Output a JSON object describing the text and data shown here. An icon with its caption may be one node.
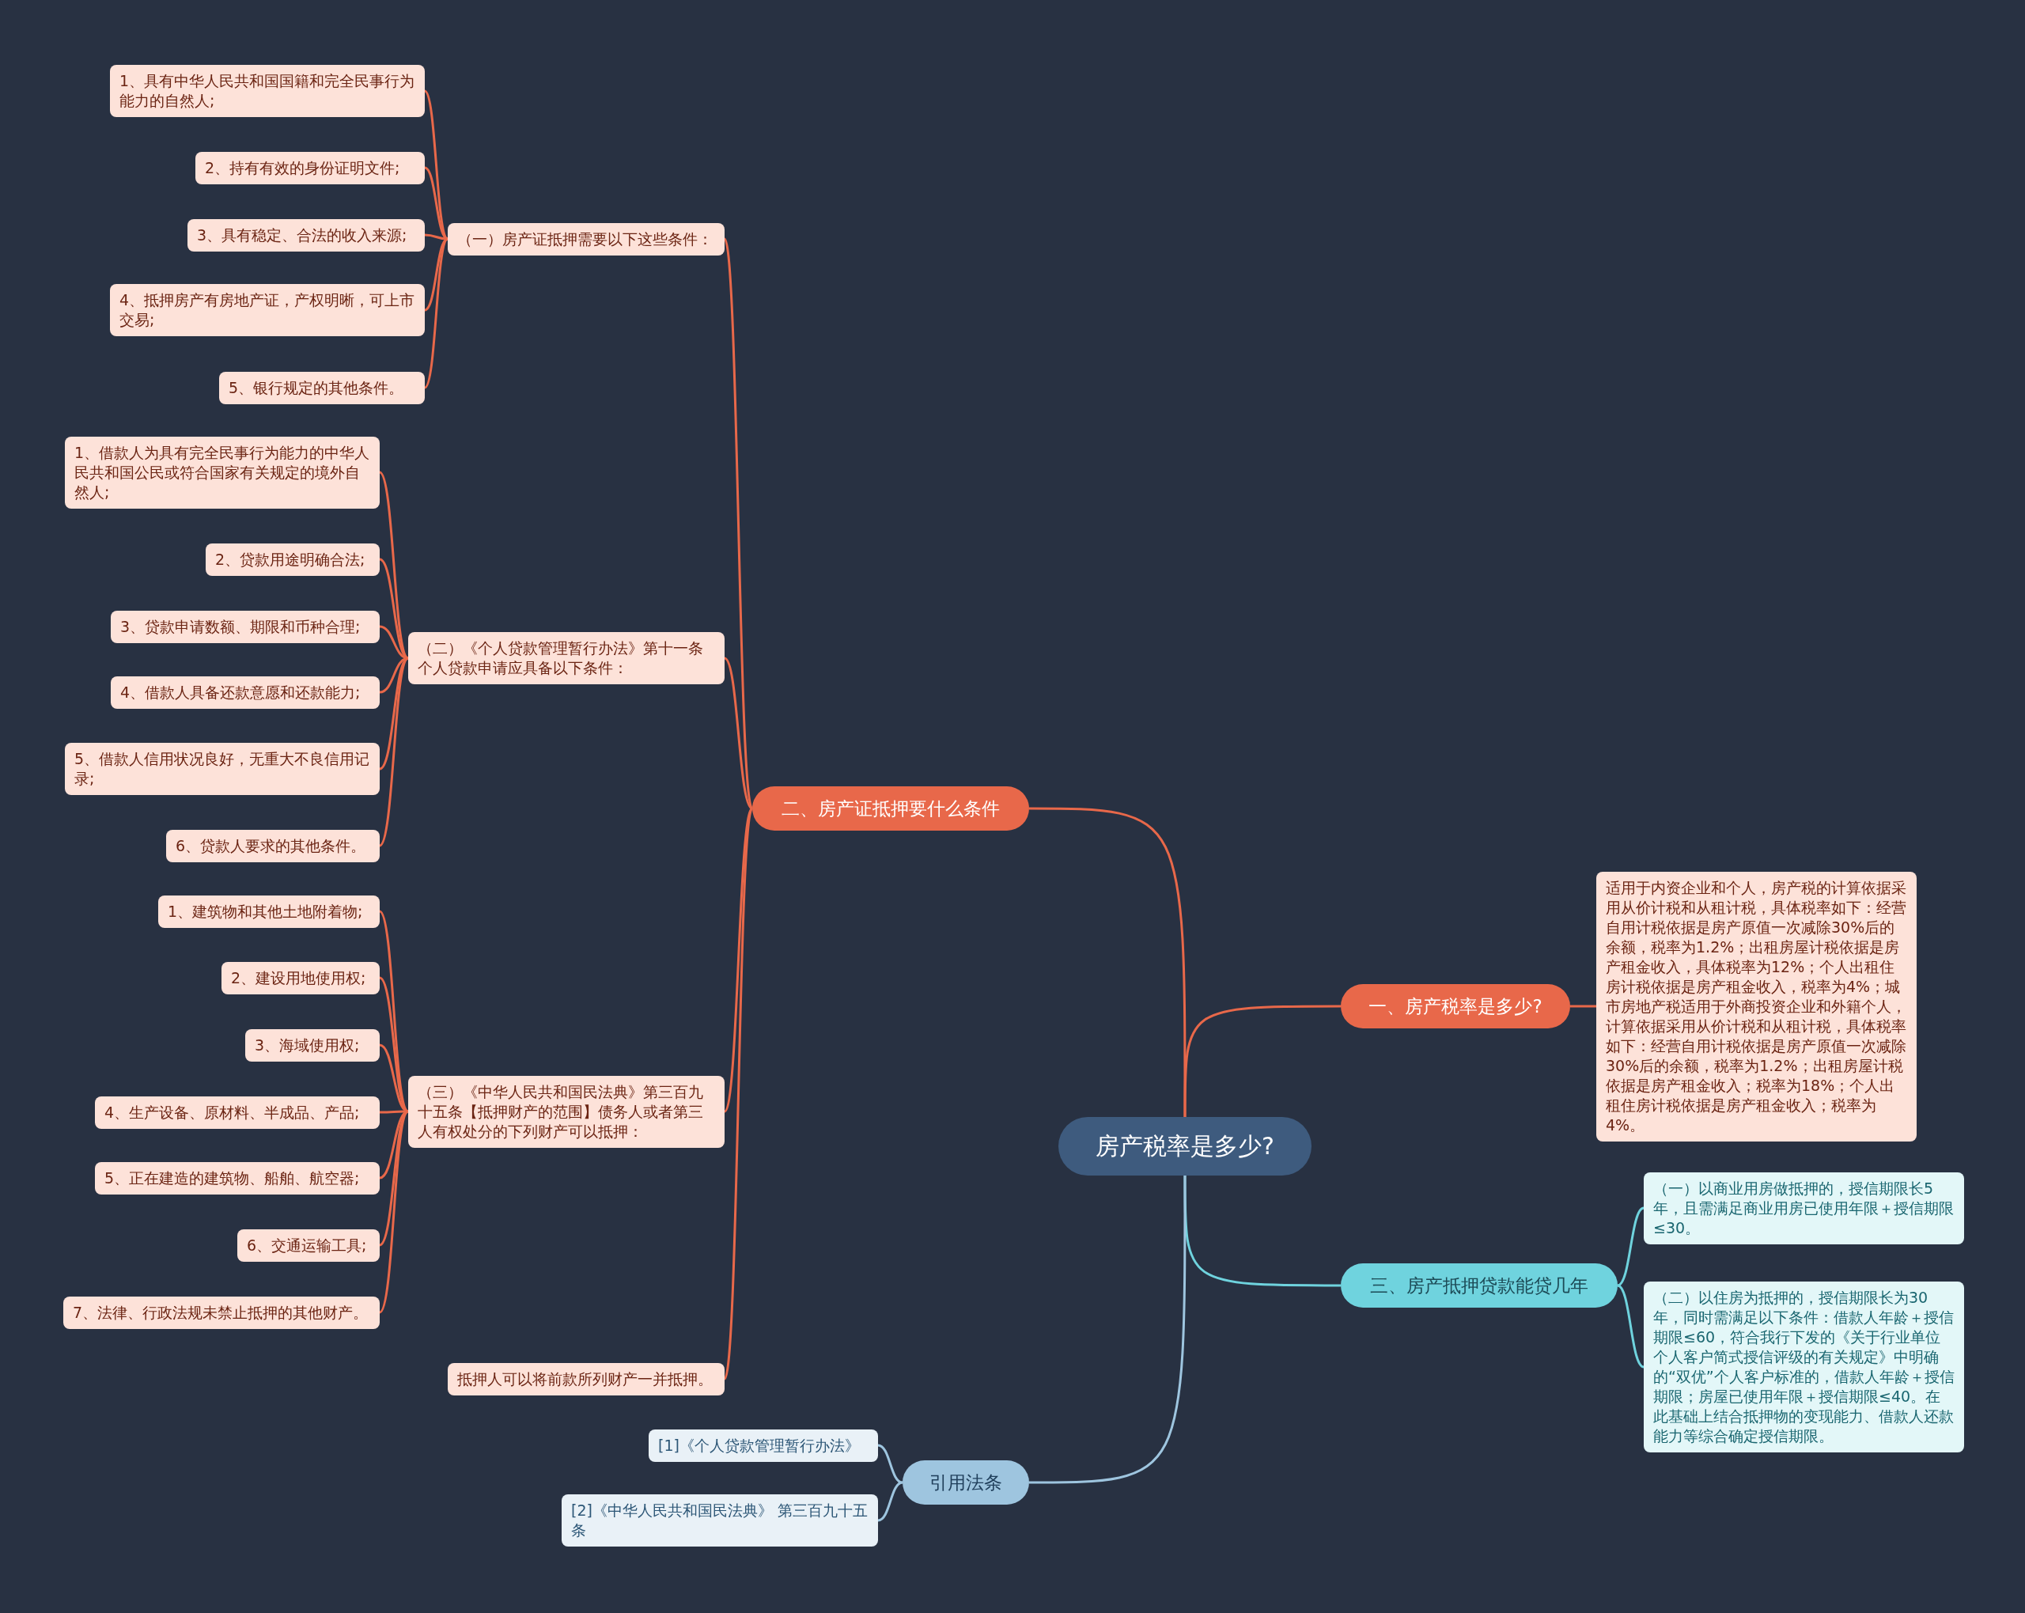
{
  "diagram": {
    "nodes": [
      {
        "text": [
          "房产税率是多少?"
        ]
      },
      {
        "text": [
          "一、房产税率是多少?"
        ]
      },
      {
        "text": [
          "适用于内资企业和个人，房产税的计算依据采用从价计税和从租计税，具体税率如下：经营自用计税依据是房产原值一次减除30%后的余额，税率为1.2%；出租房屋计税依据是房产租金收入，具体税率为12%；个人出租住房计税依据是房产租金收入，税率为4%；城市房地产税适用于外商投资企业和外籍个人，计算依据采用从价计税和从租计税，具体税率如下：经营自用计税依据是房产原值一次减除30%后的余额，税率为1.2%；出租房屋计税依据是房产租金收入；税率为18%；个人出租住房计税依据是房产租金收入；税率为4%。"
        ]
      },
      {
        "text": [
          "二、房产证抵押要什么条件"
        ]
      },
      {
        "text": [
          "（一）房产证抵押需要以下这些条件："
        ]
      },
      {
        "text": [
          "1、具有中华人民共和国国籍和完全民事行为能力的自然人;"
        ]
      },
      {
        "text": [
          "2、持有有效的身份证明文件;"
        ]
      },
      {
        "text": [
          "3、具有稳定、合法的收入来源;"
        ]
      },
      {
        "text": [
          "4、抵押房产有房地产证，产权明晰，可上市交易;"
        ]
      },
      {
        "text": [
          "5、银行规定的其他条件。"
        ]
      },
      {
        "text": [
          "（二）《个人贷款管理暂行办法》第十一条个人贷款申请应具备以下条件："
        ]
      },
      {
        "text": [
          "1、借款人为具有完全民事行为能力的中华人民共和国公民或符合国家有关规定的境外自然人;"
        ]
      },
      {
        "text": [
          "2、贷款用途明确合法;"
        ]
      },
      {
        "text": [
          "3、贷款申请数额、期限和币种合理;"
        ]
      },
      {
        "text": [
          "4、借款人具备还款意愿和还款能力;"
        ]
      },
      {
        "text": [
          "5、借款人信用状况良好，无重大不良信用记录;"
        ]
      },
      {
        "text": [
          "6、贷款人要求的其他条件。"
        ]
      },
      {
        "text": [
          "（三）《中华人民共和国民法典》第三百九十五条【抵押财产的范围】债务人或者第三人有权处分的下列财产可以抵押："
        ]
      },
      {
        "text": [
          "1、建筑物和其他土地附着物;"
        ]
      },
      {
        "text": [
          "2、建设用地使用权;"
        ]
      },
      {
        "text": [
          "3、海域使用权;"
        ]
      },
      {
        "text": [
          "4、生产设备、原材料、半成品、产品;"
        ]
      },
      {
        "text": [
          "5、正在建造的建筑物、船舶、航空器;"
        ]
      },
      {
        "text": [
          "6、交通运输工具;"
        ]
      },
      {
        "text": [
          "7、法律、行政法规未禁止抵押的其他财产。"
        ]
      },
      {
        "text": [
          "抵押人可以将前款所列财产一并抵押。"
        ]
      },
      {
        "text": [
          "三、房产抵押贷款能贷几年"
        ]
      },
      {
        "text": [
          "（一）以商业用房做抵押的，授信期限长5年，且需满足商业用房已使用年限＋授信期限≤30。"
        ]
      },
      {
        "text": [
          "（二）以住房为抵押的，授信期限长为30年，同时需满足以下条件：借款人年龄＋授信期限≤60，符合我行下发的《关于行业单位个人客户简式授信评级的有关规定》中明确的“双优”个人客户标准的，借款人年龄＋授信期限；房屋已使用年限＋授信期限≤40。在此基础上结合抵押物的变现能力、借款人还款能力等综合确定授信期限。"
        ]
      },
      {
        "text": [
          "引用法条"
        ]
      },
      {
        "text": [
          "[1]《个人贷款管理暂行办法》"
        ]
      },
      {
        "text": [
          "[2]《中华人民共和国民法典》 第三百九十五条"
        ]
      }
    ],
    "edges": [
      {
        "from": 0,
        "to": 1,
        "arrow": "none"
      },
      {
        "from": 1,
        "to": 2,
        "arrow": "none"
      },
      {
        "from": 0,
        "to": 3,
        "arrow": "none"
      },
      {
        "from": 3,
        "to": 4,
        "arrow": "none"
      },
      {
        "from": 4,
        "to": 5,
        "arrow": "none"
      },
      {
        "from": 4,
        "to": 6,
        "arrow": "none"
      },
      {
        "from": 4,
        "to": 7,
        "arrow": "none"
      },
      {
        "from": 4,
        "to": 8,
        "arrow": "none"
      },
      {
        "from": 4,
        "to": 9,
        "arrow": "none"
      },
      {
        "from": 3,
        "to": 10,
        "arrow": "none"
      },
      {
        "from": 10,
        "to": 11,
        "arrow": "none"
      },
      {
        "from": 10,
        "to": 12,
        "arrow": "none"
      },
      {
        "from": 10,
        "to": 13,
        "arrow": "none"
      },
      {
        "from": 10,
        "to": 14,
        "arrow": "none"
      },
      {
        "from": 10,
        "to": 15,
        "arrow": "none"
      },
      {
        "from": 10,
        "to": 16,
        "arrow": "none"
      },
      {
        "from": 3,
        "to": 17,
        "arrow": "none"
      },
      {
        "from": 17,
        "to": 18,
        "arrow": "none"
      },
      {
        "from": 17,
        "to": 19,
        "arrow": "none"
      },
      {
        "from": 17,
        "to": 20,
        "arrow": "none"
      },
      {
        "from": 17,
        "to": 21,
        "arrow": "none"
      },
      {
        "from": 17,
        "to": 22,
        "arrow": "none"
      },
      {
        "from": 17,
        "to": 23,
        "arrow": "none"
      },
      {
        "from": 17,
        "to": 24,
        "arrow": "none"
      },
      {
        "from": 3,
        "to": 25,
        "arrow": "none"
      },
      {
        "from": 0,
        "to": 26,
        "arrow": "none",
        "color": "#6fd3de"
      },
      {
        "from": 26,
        "to": 27,
        "arrow": "none",
        "color": "#6fd3de"
      },
      {
        "from": 26,
        "to": 28,
        "arrow": "none",
        "color": "#6fd3de"
      },
      {
        "from": 0,
        "to": 29,
        "arrow": "none",
        "color": "#9ec5df"
      },
      {
        "from": 29,
        "to": 30,
        "arrow": "none",
        "color": "#9ec5df"
      },
      {
        "from": 29,
        "to": 31,
        "arrow": "none",
        "color": "#9ec5df"
      }
    ]
  }
}
